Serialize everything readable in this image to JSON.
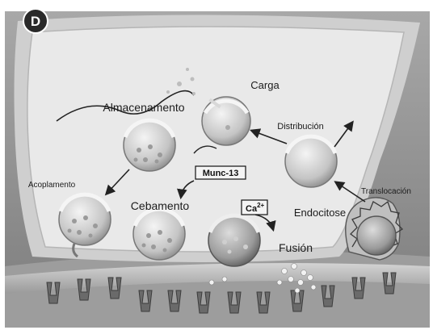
{
  "panel": {
    "badge": "D"
  },
  "labels": {
    "carga": "Carga",
    "almacenamento": "Almacenamento",
    "distribucion": "Distribución",
    "acoplamento": "Acoplamento",
    "munc13": "Munc-13",
    "cebamento": "Cebamento",
    "ca": "Ca",
    "ca_sup": "2+",
    "endocitose": "Endocitose",
    "translocacion": "Translocación",
    "fusion": "Fusión"
  },
  "colors": {
    "terminal_fill": "#e6e6e6",
    "outer_bg": "#8e8e8e",
    "membrane": "#c7c7c7",
    "vesicle": "#bdbdbd",
    "badge": "#2a2a2a"
  }
}
